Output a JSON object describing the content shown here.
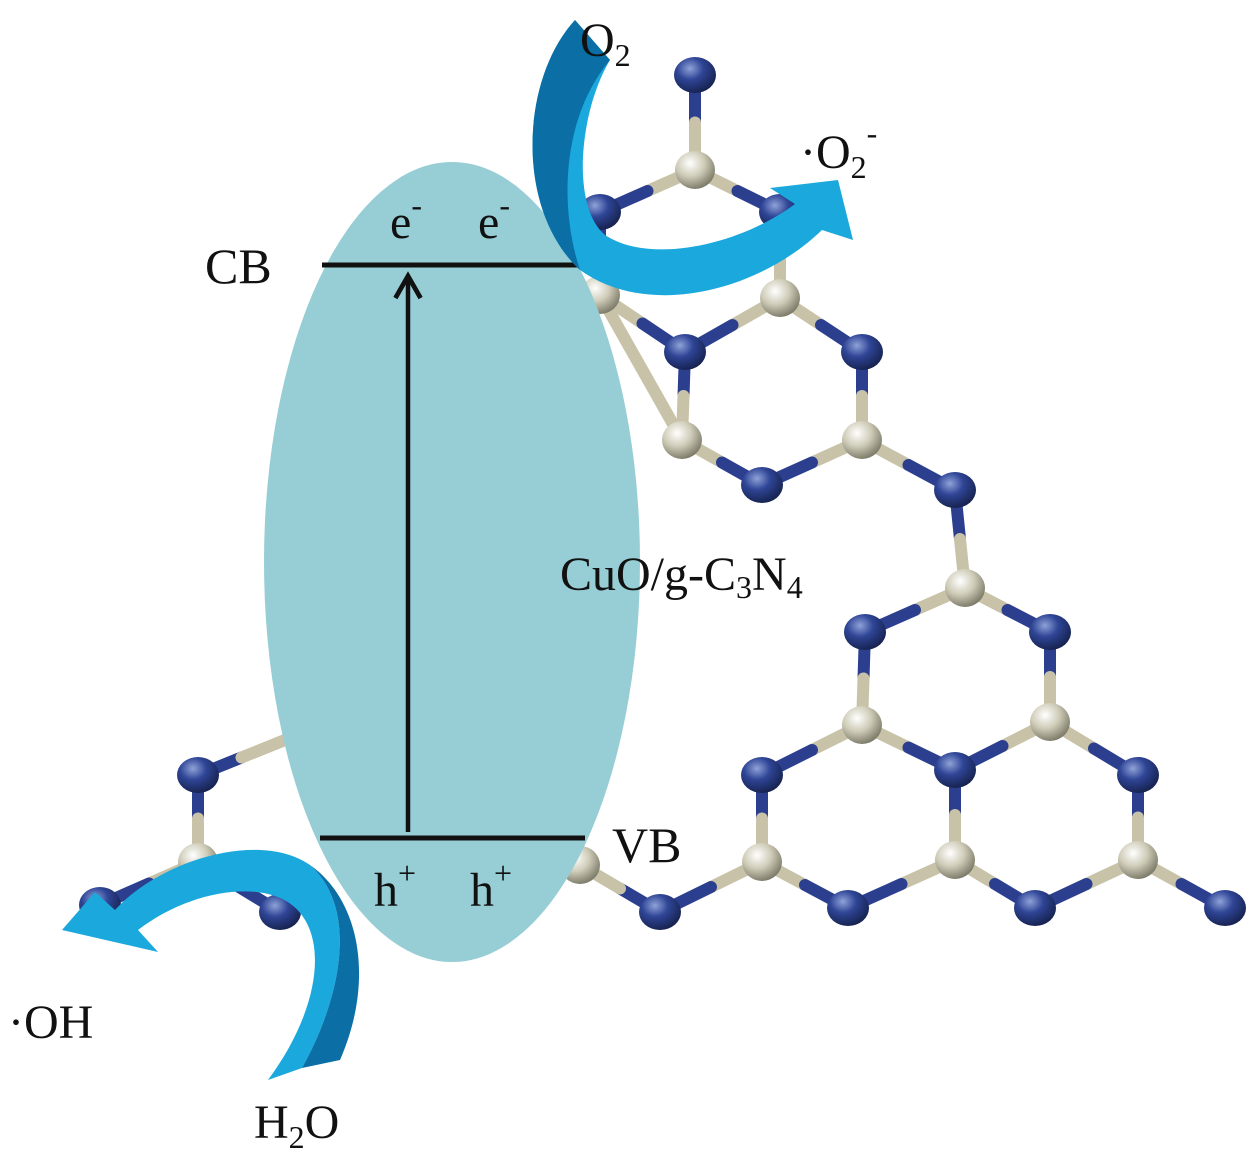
{
  "labels": {
    "o2": {
      "base": "O",
      "sub": "2"
    },
    "superoxide": {
      "base": "·O",
      "sub": "2",
      "sup": "-"
    },
    "cb": "CB",
    "vb": "VB",
    "electron": {
      "base": "e",
      "sup": "-"
    },
    "hole": {
      "base": "h",
      "sup": "+"
    },
    "material": {
      "p1": "CuO/g-C",
      "s1": "3",
      "p2": "N",
      "s2": "4"
    },
    "hydroxyl": "·OH",
    "water": {
      "p1": "H",
      "s1": "2",
      "p2": "O"
    }
  },
  "colors": {
    "particle": "#97ced5",
    "arrow_light": "#1ba8dc",
    "arrow_dark": "#0b6fa6",
    "nitrogen_atom": "#2c3f8f",
    "carbon_atom": "#c9c6b1",
    "bond": "#c8c3a8",
    "band_line": "#111111"
  },
  "icons": [
    "carbon-nitride-lattice",
    "curved-arrow",
    "band-level-line",
    "excitation-arrow"
  ]
}
